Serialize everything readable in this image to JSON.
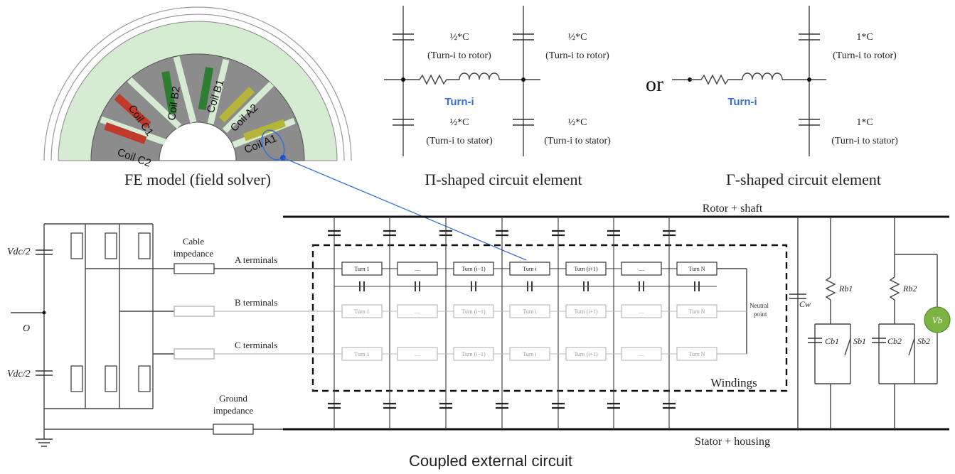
{
  "fe_model": {
    "caption": "FE model (field solver)",
    "coils": [
      "Coil C1",
      "Coil B2",
      "Coil B1",
      "Coil A2",
      "Coil A1",
      "Coil C2"
    ]
  },
  "pi_element": {
    "caption": "Π-shaped circuit element",
    "cap_top_left": "½*C",
    "cap_top_left_desc": "(Turn-i to rotor)",
    "cap_top_right": "½*C",
    "cap_top_right_desc": "(Turn-i to rotor)",
    "cap_bot_left": "½*C",
    "cap_bot_left_desc": "(Turn-i to stator)",
    "cap_bot_right": "½*C",
    "cap_bot_right_desc": "(Turn-i to stator)",
    "turn_label": "Turn-i"
  },
  "or_text": "or",
  "gamma_element": {
    "caption": "Γ-shaped circuit element",
    "cap_top": "1*C",
    "cap_top_desc": "(Turn-i to rotor)",
    "cap_bot": "1*C",
    "cap_bot_desc": "(Turn-i to stator)",
    "turn_label": "Turn-i"
  },
  "circuit": {
    "caption": "Coupled external circuit",
    "rotor_label": "Rotor + shaft",
    "stator_label": "Stator + housing",
    "windings_label": "Windings",
    "cable_label_1": "Cable",
    "cable_label_2": "impedance",
    "ground_label_1": "Ground",
    "ground_label_2": "impedance",
    "a_terminals": "A terminals",
    "b_terminals": "B terminals",
    "c_terminals": "C terminals",
    "vdc_top": "Vdc/2",
    "vdc_bot": "Vdc/2",
    "o_label": "O",
    "neutral_1": "Neutral",
    "neutral_2": "point",
    "cw_label": "Cw",
    "rb1": "Rb1",
    "rb2": "Rb2",
    "cb1": "Cb1",
    "cb2": "Cb2",
    "sb1": "Sb1",
    "sb2": "Sb2",
    "vb": "Vb",
    "turns": [
      "Turn 1",
      "....",
      "Turn (i−1)",
      "Turn i",
      "Turn (i+1)",
      "....",
      "Turn N"
    ]
  }
}
